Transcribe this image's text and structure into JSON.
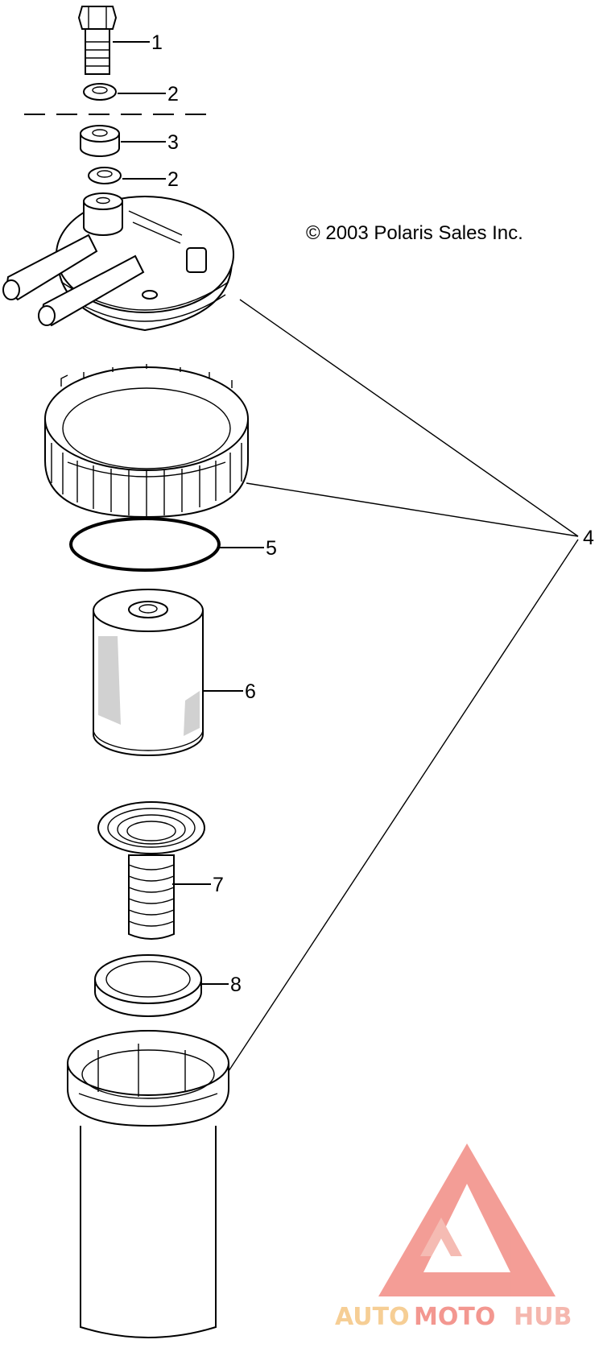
{
  "copyright": "© 2003 Polaris Sales Inc.",
  "callouts": [
    {
      "id": "c1",
      "label": "1"
    },
    {
      "id": "c2a",
      "label": "2"
    },
    {
      "id": "c3",
      "label": "3"
    },
    {
      "id": "c2b",
      "label": "2"
    },
    {
      "id": "c4",
      "label": "4"
    },
    {
      "id": "c5",
      "label": "5"
    },
    {
      "id": "c6",
      "label": "6"
    },
    {
      "id": "c7",
      "label": "7"
    },
    {
      "id": "c8",
      "label": "8"
    }
  ],
  "watermark": {
    "part1": "AUTO",
    "part2": "MOTO",
    "part3": "HUB",
    "color_light": "#f6c98a",
    "color_mid": "#f28c84",
    "color_dark": "#f4b0a6"
  }
}
